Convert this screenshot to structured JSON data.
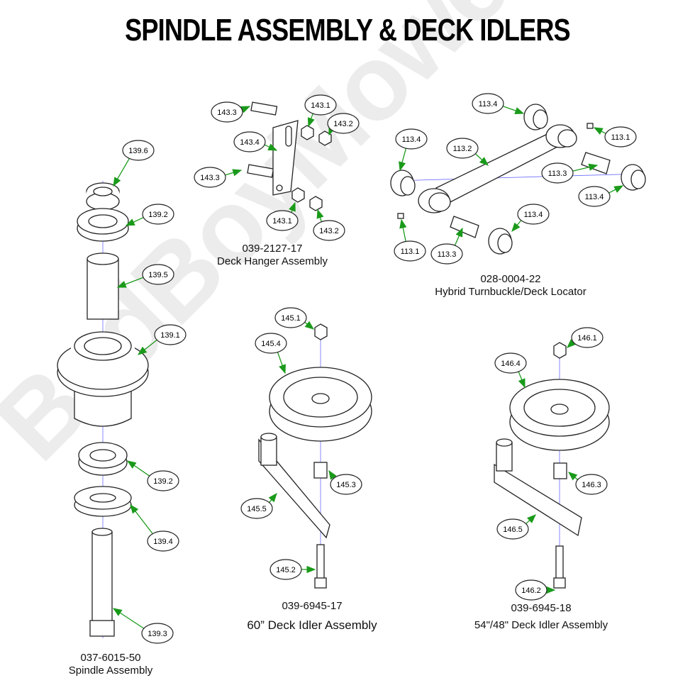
{
  "title": "SPINDLE ASSEMBLY & DECK IDLERS",
  "watermark": "BadBoyMowerParts.com",
  "colors": {
    "callout_arrow": "#1a9a1a",
    "axis_line": "#6b6bff"
  },
  "assemblies": {
    "spindle": {
      "part_number": "037-6015-50",
      "name": "Spindle Assembly",
      "callouts": [
        "139.6",
        "139.2",
        "139.5",
        "139.1",
        "139.2",
        "139.4",
        "139.3"
      ]
    },
    "deck_hanger": {
      "part_number": "039-2127-17",
      "name": "Deck Hanger Assembly",
      "callouts": [
        "143.3",
        "143.1",
        "143.2",
        "143.4",
        "143.3",
        "143.1",
        "143.2"
      ]
    },
    "turnbuckle": {
      "part_number": "028-0004-22",
      "name": "Hybrid Turnbuckle/Deck Locator",
      "callouts": [
        "113.4",
        "113.1",
        "113.4",
        "113.2",
        "113.3",
        "113.4",
        "113.4",
        "113.1",
        "113.3"
      ]
    },
    "idler_60": {
      "part_number": "039-6945-17",
      "name": "60” Deck Idler Assembly",
      "callouts": [
        "145.1",
        "145.4",
        "145.3",
        "145.5",
        "145.2"
      ]
    },
    "idler_54": {
      "part_number": "039-6945-18",
      "name": "54\"/48\" Deck Idler Assembly",
      "callouts": [
        "146.1",
        "146.4",
        "146.3",
        "146.5",
        "146.2"
      ]
    }
  }
}
